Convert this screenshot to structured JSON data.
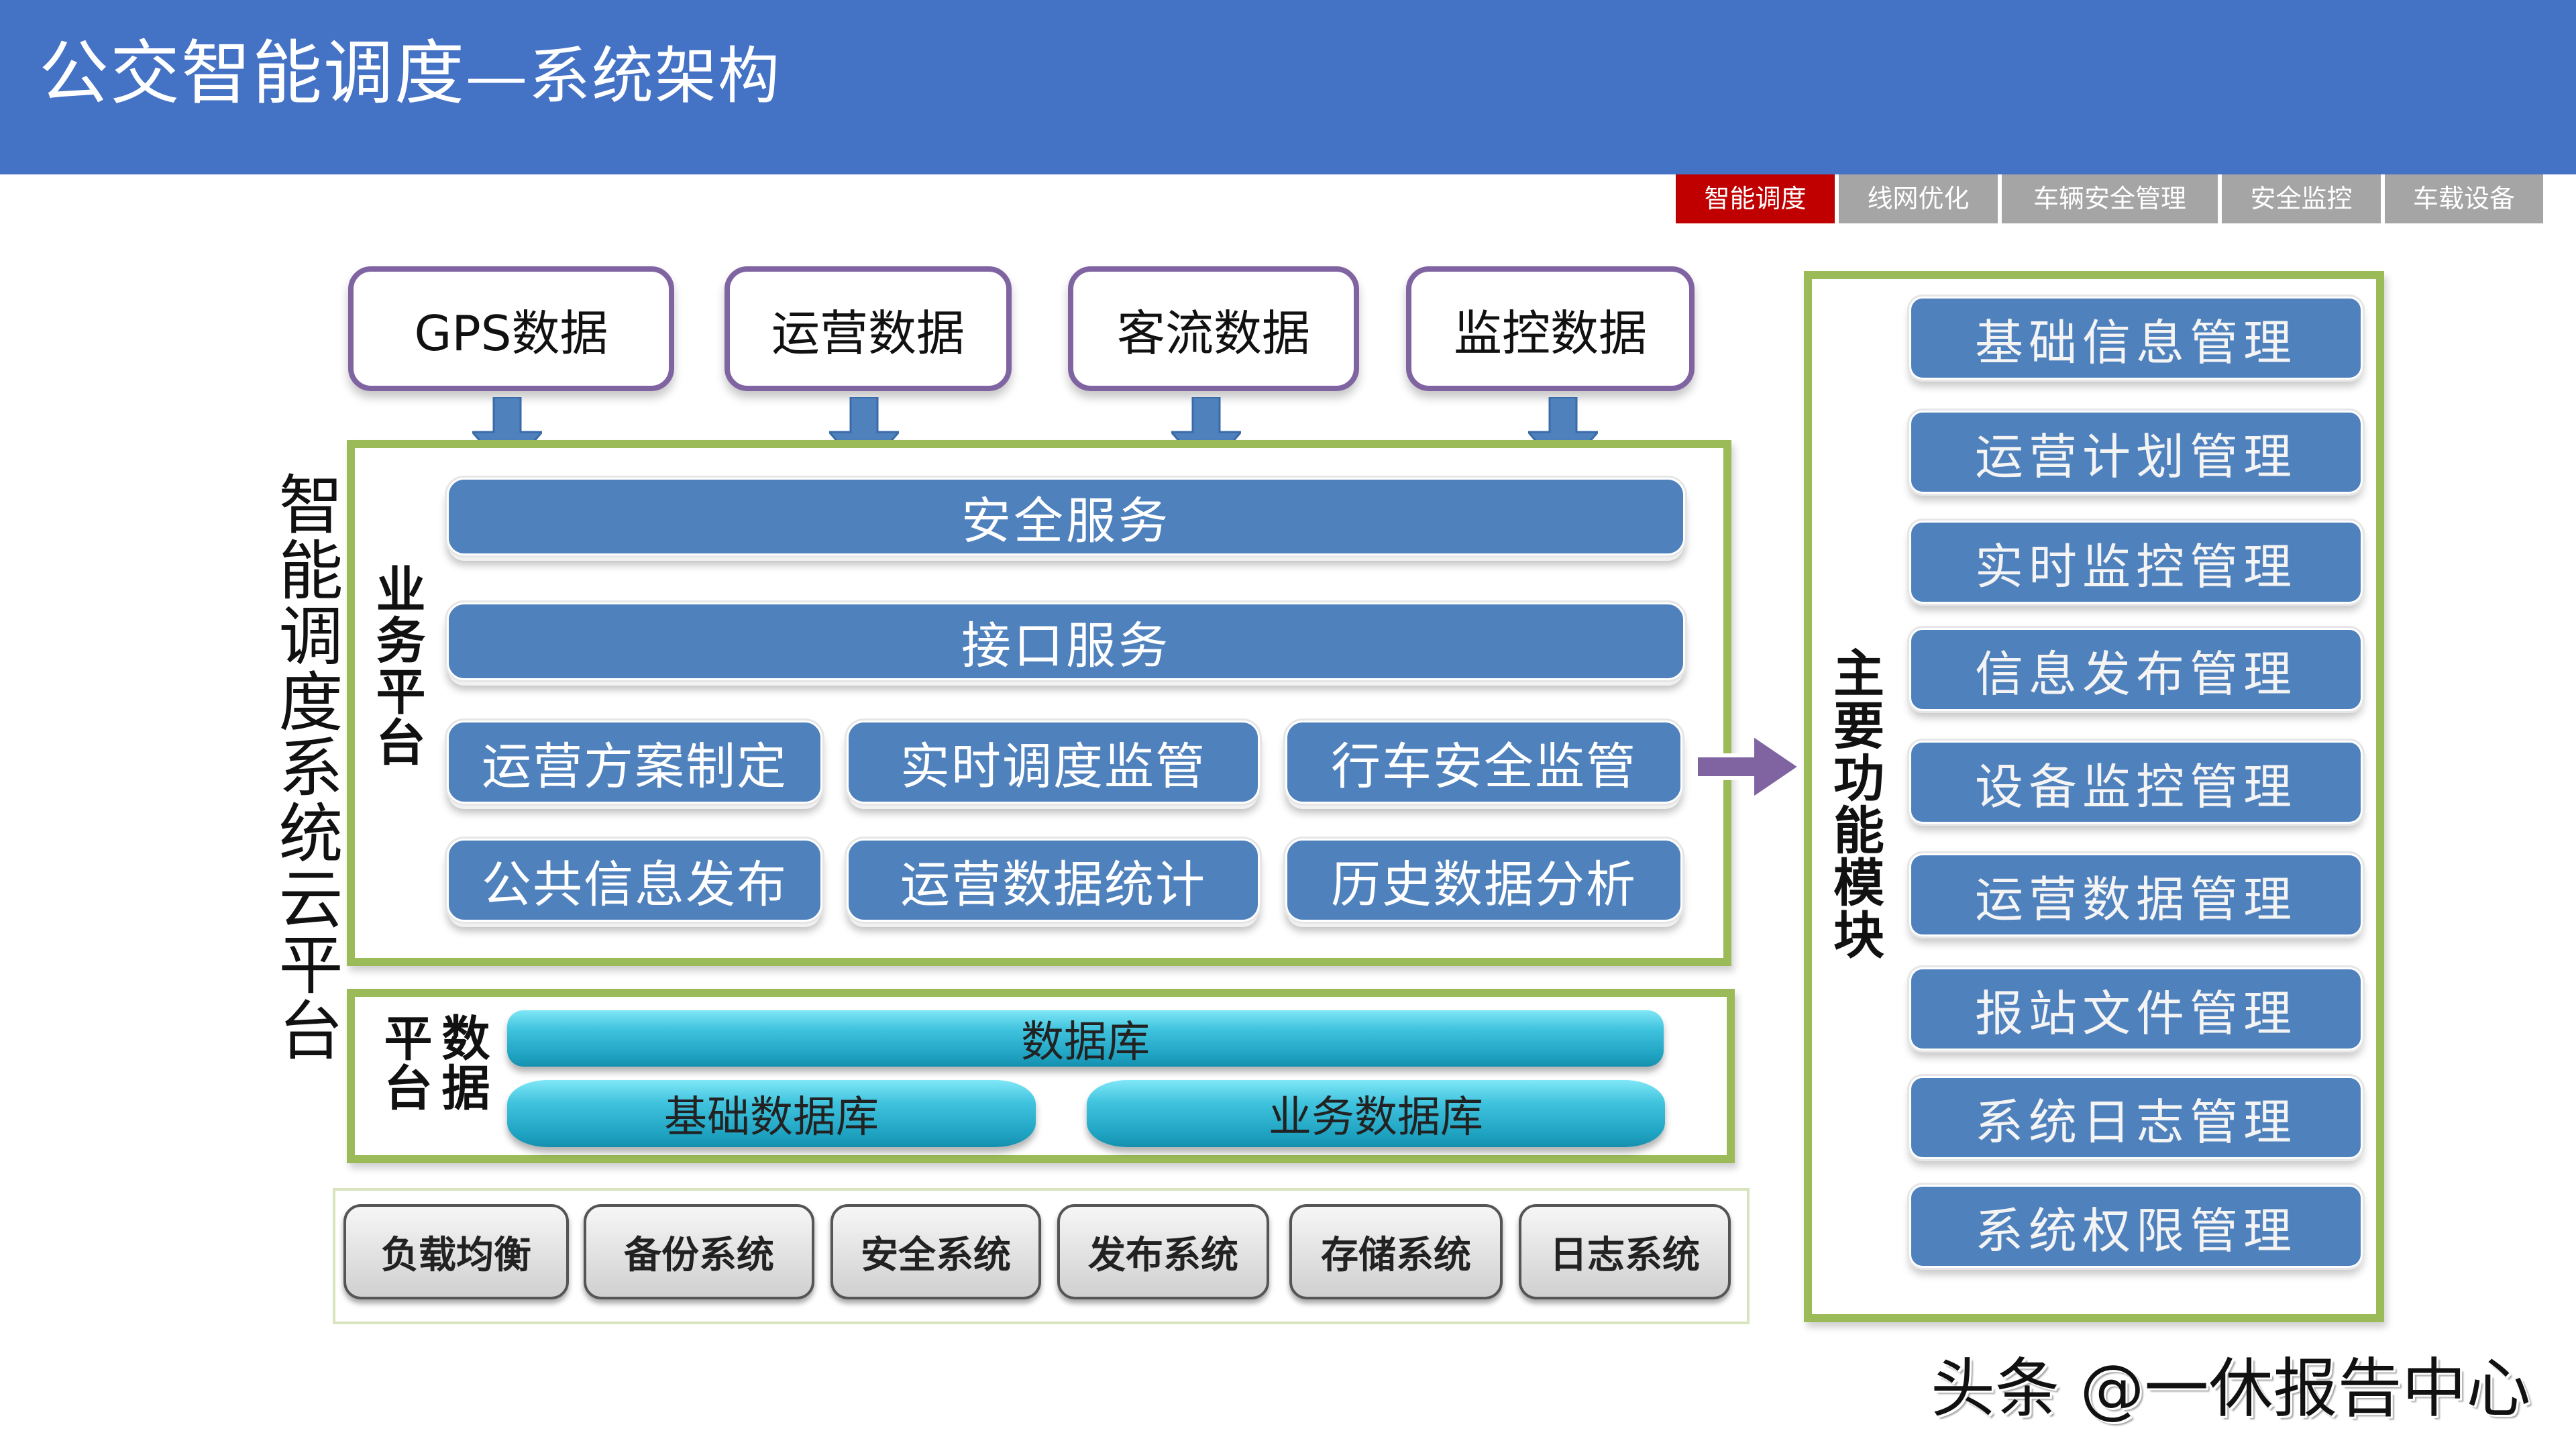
{
  "header": {
    "title_main": "公交智能调度",
    "title_sub": "—系统架构",
    "color": "#4472C4"
  },
  "tabs": [
    {
      "label": "智能调度",
      "active": true
    },
    {
      "label": "线网优化",
      "active": false
    },
    {
      "label": "车辆安全管理",
      "active": false
    },
    {
      "label": "安全监控",
      "active": false
    },
    {
      "label": "车载设备",
      "active": false
    }
  ],
  "data_sources": [
    {
      "label": "GPS数据"
    },
    {
      "label": "运营数据"
    },
    {
      "label": "客流数据"
    },
    {
      "label": "监控数据"
    }
  ],
  "cloud_platform_label": "智能调度系统云平台",
  "business_platform": {
    "label": "业务平台",
    "services": [
      "安全服务",
      "接口服务"
    ],
    "functions": [
      "运营方案制定",
      "实时调度监管",
      "行车安全监管",
      "公共信息发布",
      "运营数据统计",
      "历史数据分析"
    ]
  },
  "data_platform": {
    "label_col1": "平台",
    "label_col2": "数据",
    "database": "数据库",
    "sub_databases": [
      "基础数据库",
      "业务数据库"
    ]
  },
  "infrastructure": [
    "负载均衡",
    "备份系统",
    "安全系统",
    "发布系统",
    "存储系统",
    "日志系统"
  ],
  "main_modules": {
    "label": "主要功能模块",
    "items": [
      "基础信息管理",
      "运营计划管理",
      "实时监控管理",
      "信息发布管理",
      "设备监控管理",
      "运营数据管理",
      "报站文件管理",
      "系统日志管理",
      "系统权限管理"
    ]
  },
  "watermark": "头条 @一休报告中心",
  "colors": {
    "accent_blue": "#4F81BD",
    "frame_green": "#9BBB59",
    "source_purple": "#8064A2",
    "tab_active": "#C00000",
    "tab_inactive": "#A5A5A5",
    "db_cyan": "#3EC2DD"
  }
}
